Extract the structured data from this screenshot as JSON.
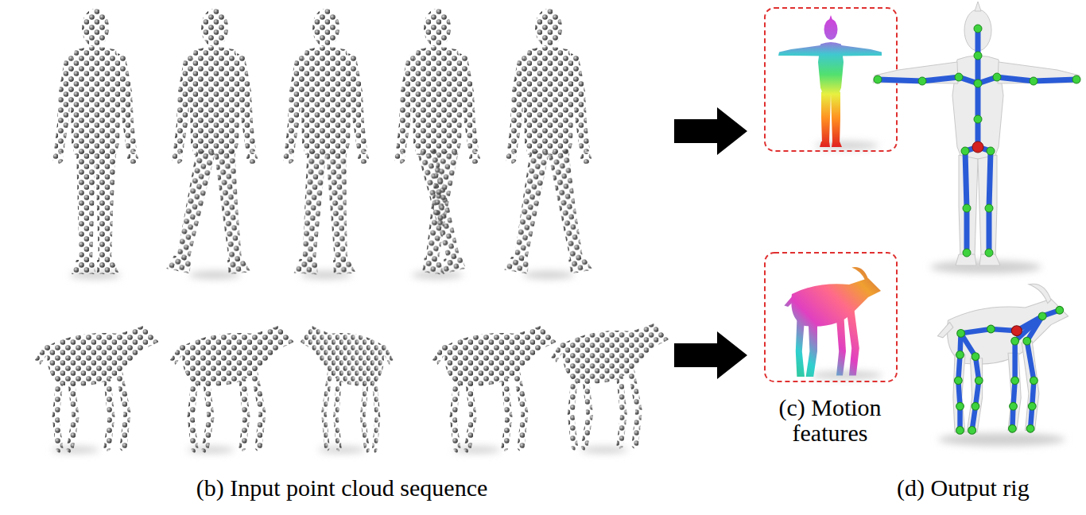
{
  "diagram": {
    "labels": [
      "(b) Input point cloud sequence",
      "(c) Motion features",
      "(d) Output rig"
    ]
  }
}
